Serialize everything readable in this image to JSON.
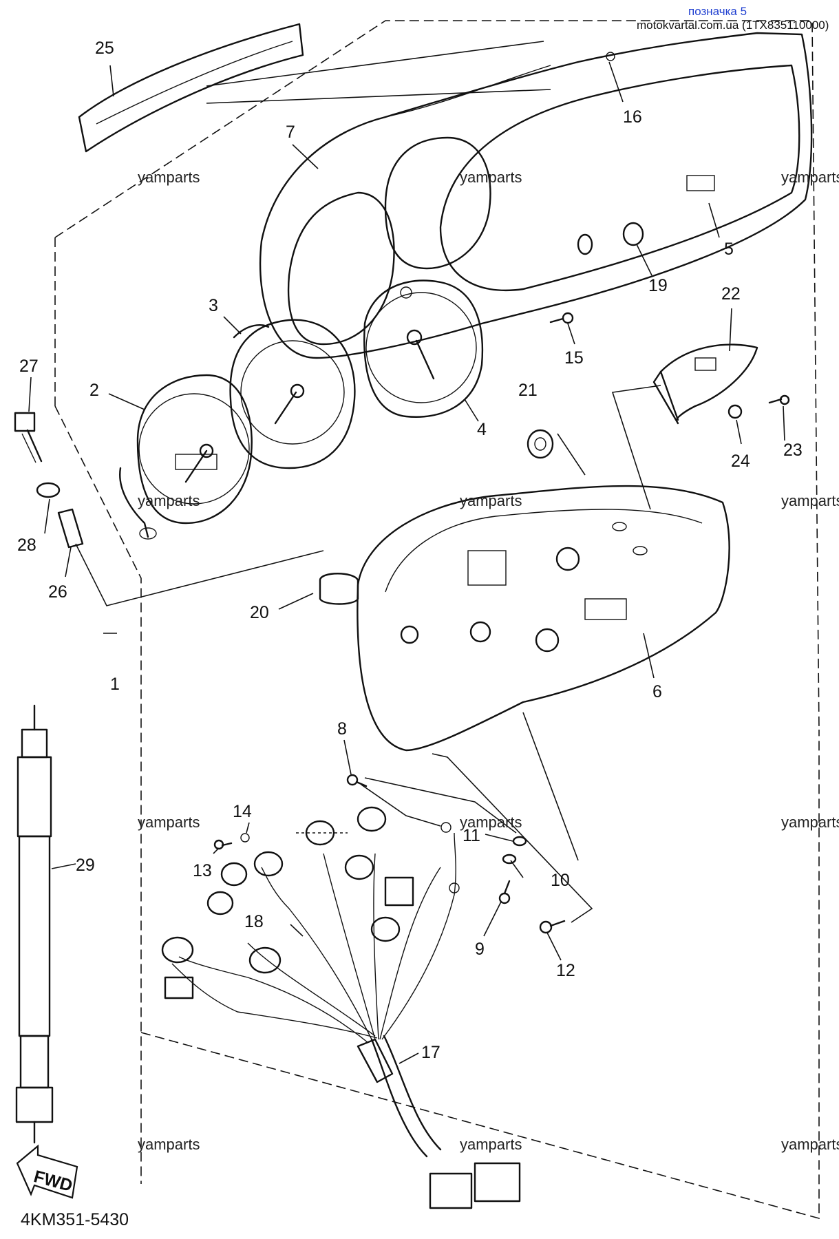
{
  "header": {
    "title": "позначка 5",
    "title_color": "#1f3fd0",
    "source": "motokvartal.com.ua (1TX835110000)"
  },
  "diagram_code": "4KM351-5430",
  "fwd_label": "FWD",
  "watermark": "yamparts",
  "callouts": {
    "c1": "1",
    "c2": "2",
    "c3": "3",
    "c4": "4",
    "c5": "5",
    "c6": "6",
    "c7": "7",
    "c8": "8",
    "c9": "9",
    "c10": "10",
    "c11": "11",
    "c12": "12",
    "c13": "13",
    "c14": "14",
    "c15": "15",
    "c16": "16",
    "c17": "17",
    "c18": "18",
    "c19": "19",
    "c20": "20",
    "c21": "21",
    "c22": "22",
    "c23": "23",
    "c24": "24",
    "c25": "25",
    "c26": "26",
    "c27": "27",
    "c28": "28",
    "c29": "29"
  }
}
